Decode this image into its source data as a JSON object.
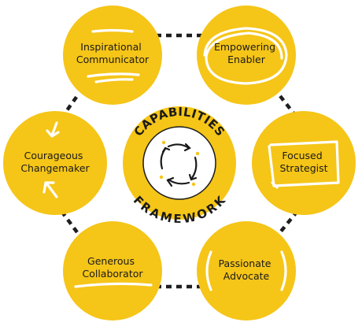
{
  "colors": {
    "node_fill": "#f5c518",
    "ink": "#1a1a1a",
    "scribble": "#ffffff",
    "dot_accent": "#f5c518"
  },
  "center": {
    "top_text": "CAPABILITIES",
    "bottom_text": "FRAMEWORK",
    "icon": "cycle-arrows-icon"
  },
  "nodes": [
    {
      "id": "inspirational-communicator",
      "lines": [
        "Inspirational",
        "Communicator"
      ],
      "decoration": "underline-strokes"
    },
    {
      "id": "empowering-enabler",
      "lines": [
        "Empowering",
        "Enabler"
      ],
      "decoration": "circled-scribble"
    },
    {
      "id": "focused-strategist",
      "lines": [
        "Focused",
        "Strategist"
      ],
      "decoration": "boxed-scribble"
    },
    {
      "id": "passionate-advocate",
      "lines": [
        "Passionate",
        "Advocate"
      ],
      "decoration": "parentheses"
    },
    {
      "id": "generous-collaborator",
      "lines": [
        "Generous",
        "Collaborator"
      ],
      "decoration": "underline-stroke"
    },
    {
      "id": "courageous-changemaker",
      "lines": [
        "Courageous",
        "Changemaker"
      ],
      "decoration": "arrows"
    }
  ]
}
